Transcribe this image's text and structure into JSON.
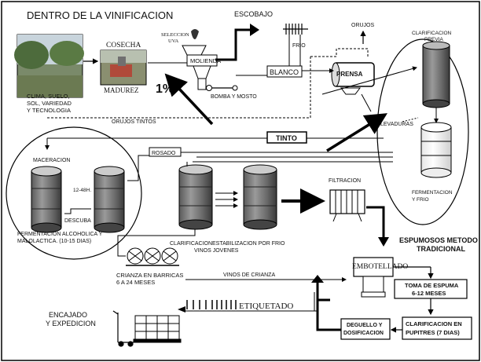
{
  "title": "DENTRO DE LA VINIFICACION",
  "labels": {
    "clima": [
      "CLIMA, SUELO,",
      "SOL, VARIEDAD",
      "Y TECNOLOGIA"
    ],
    "cosecha": "COSECHA",
    "madurez": "MADUREZ",
    "seleccion": [
      "SELECCION",
      "UVA"
    ],
    "molienda": "MOLIENDA",
    "escobajo": "ESCOBAJO",
    "frio": "FRIO",
    "orujos": "ORUJOS",
    "blanco": "BLANCO",
    "prensa": "PRENSA",
    "percent": "1%",
    "bomba": "BOMBA Y MOSTO",
    "clarificacion_previa": [
      "CLARIFICACION",
      "PREVIA"
    ],
    "orujos_tintos": "ORUJOS  TINTOS",
    "tinto": "TINTO",
    "levaduras": "LEVADURAS",
    "rosado": "ROSADO",
    "maceracion": "MACERACION",
    "horas": "12-48H.",
    "descuba": "DESCUBA",
    "fermentacion_al": [
      "FERMENTACION ALCOHOLICA  Y",
      "MALOLACTICA. (10-15 DIAS)"
    ],
    "filtracion": "FILTRACION",
    "fermentacion_frio": [
      "FERMENTACION",
      "Y  FRIO"
    ],
    "clarificacion": [
      "CLARIFICACION",
      "VINOS  JOVENES"
    ],
    "estabilizacion": "ESTABILIZACION POR FRIO",
    "espumosos": [
      "ESPUMOSOS METODO",
      "TRADICIONAL"
    ],
    "crianza_barricas": [
      "CRIANZA EN BARRICAS",
      "6  A  24  MESES"
    ],
    "vinos_crianza": "VINOS  DE  CRIANZA",
    "embotellado": "EMBOTELLADO",
    "toma_espuma": [
      "TOMA DE ESPUMA",
      "6-12 MESES"
    ],
    "etiquetado": "ETIQUETADO",
    "encajado": [
      "ENCAJADO",
      "Y  EXPEDICION"
    ],
    "deguello": [
      "DEGUELLO Y",
      "DOSIFICACION"
    ],
    "clarificacion_pupitres": [
      "CLARIFICACION EN",
      "PUPITRES (7 DIAS)"
    ]
  }
}
